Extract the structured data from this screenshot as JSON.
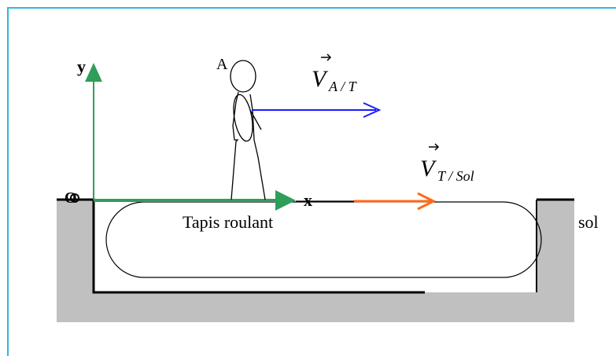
{
  "labels": {
    "y_axis": "y",
    "x_axis": "x",
    "origin": "O",
    "person": "A",
    "belt": "Tapis roulant",
    "ground": "sol"
  },
  "vectors": {
    "person_vs_belt": {
      "symbol": "V",
      "subscript": "A / T",
      "color": "#1a1aff"
    },
    "belt_vs_ground": {
      "symbol": "V",
      "subscript": "T / Sol",
      "color": "#ff6a1a"
    }
  },
  "colors": {
    "frame_border": "#33b5e5",
    "axes": "#2e9e5b",
    "ground": "#c0c0c0",
    "outline": "#000000"
  }
}
